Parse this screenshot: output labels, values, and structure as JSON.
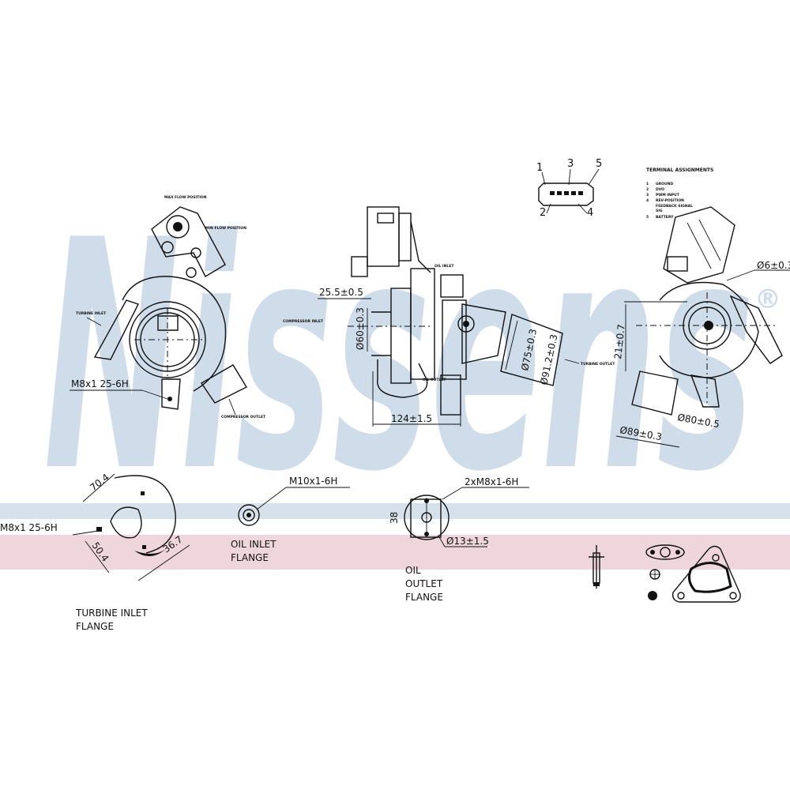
{
  "watermark": {
    "brand": "Nissens",
    "registered": "®",
    "color": "#cfdcea"
  },
  "bands": {
    "blue": "#d6e1ec",
    "pink": "#efd6dc"
  },
  "left_view": {
    "max_flow": "MAX FLOW POSITION",
    "min_flow": "MIN FLOW POSITION",
    "turbine_inlet": "TURBINE INLET",
    "compressor_outlet": "COMPRESSOR OUTLET",
    "thread": "M8x1 25-6H"
  },
  "center_view": {
    "dim_width_top": "25.5±0.5",
    "dim_inlet_dia": "Ø60±0.3",
    "compressor_inlet": "COMPRESSOR INLET",
    "oil_inlet": "OIL INLET",
    "oil_outlet": "OIL OUTLET",
    "dim_length": "124±1.5",
    "dim_outlet_inner": "Ø75±0.3",
    "dim_outlet_outer": "Ø91.2±0.3",
    "turbine_outlet": "TURBINE OUTLET"
  },
  "connector": {
    "pins": [
      "1",
      "2",
      "3",
      "4",
      "5"
    ],
    "title": "TERMINAL ASSIGNMENTS",
    "assignments": [
      {
        "num": "1",
        "label": "GROUND"
      },
      {
        "num": "2",
        "label": "DVO"
      },
      {
        "num": "3",
        "label": "PWM INPUT"
      },
      {
        "num": "4",
        "label": "REV-POSITION"
      },
      {
        "num": "",
        "label": "FEEDBACK SIGNAL"
      },
      {
        "num": "",
        "label": "SIG"
      },
      {
        "num": "5",
        "label": "BATTERY"
      }
    ]
  },
  "right_view": {
    "dim_hole": "Ø6±0.3",
    "dim_offset": "21±0.7",
    "dim_inner": "Ø80±0.5",
    "dim_outer": "Ø89±0.3"
  },
  "turbine_inlet_flange": {
    "dim_a": "70.4",
    "thread": "M8x1 25-6H",
    "dim_b": "50.4",
    "dim_c": "36.7",
    "title_line1": "TURBINE INLET",
    "title_line2": "FLANGE"
  },
  "oil_inlet_flange": {
    "thread": "M10x1-6H",
    "title_line1": "OIL INLET",
    "title_line2": "FLANGE"
  },
  "oil_outlet_flange": {
    "thread": "2xM8x1-6H",
    "dim_pitch": "38",
    "dim_hole": "Ø13±1.5",
    "title_line1": "OIL",
    "title_line2": "OUTLET",
    "title_line3": "FLANGE"
  }
}
